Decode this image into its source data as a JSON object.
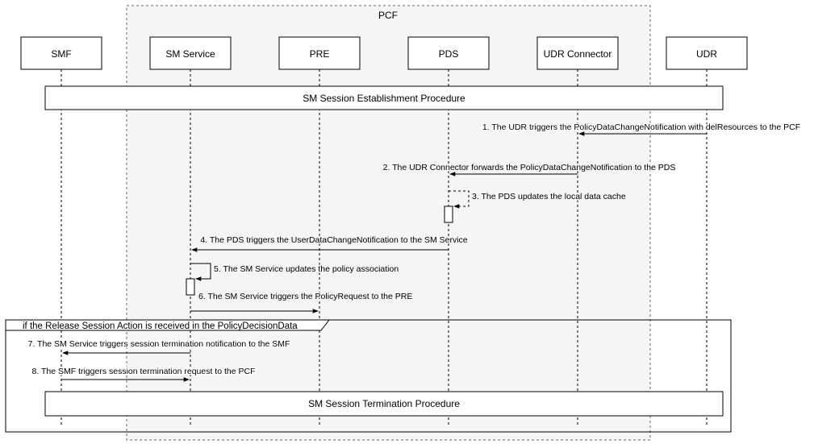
{
  "pcf_group_label": "PCF",
  "participants": [
    {
      "id": "smf",
      "label": "SMF"
    },
    {
      "id": "sm-service",
      "label": "SM Service"
    },
    {
      "id": "pre",
      "label": "PRE"
    },
    {
      "id": "pds",
      "label": "PDS"
    },
    {
      "id": "udr-connector",
      "label": "UDR Connector"
    },
    {
      "id": "udr",
      "label": "UDR"
    }
  ],
  "procedures": {
    "establishment": "SM Session Establishment Procedure",
    "termination": "SM Session Termination Procedure"
  },
  "condition_label": "if the Release Session Action is received in the PolicyDecisionData",
  "messages": [
    {
      "label": "1. The UDR triggers the PolicyDataChangeNotification with delResources to the PCF",
      "from": "udr",
      "to": "udr-connector"
    },
    {
      "label": "2. The UDR Connector forwards the PolicyDataChangeNotification to the PDS",
      "from": "udr-connector",
      "to": "pds"
    },
    {
      "label": "3. The PDS updates the local data cache",
      "from": "pds",
      "to": "pds"
    },
    {
      "label": "4. The PDS triggers the UserDataChangeNotification to the SM Service",
      "from": "pds",
      "to": "sm-service"
    },
    {
      "label": "5. The SM Service updates the policy association",
      "from": "sm-service",
      "to": "sm-service"
    },
    {
      "label": "6. The SM Service triggers the PolicyRequest to the PRE",
      "from": "sm-service",
      "to": "pre"
    },
    {
      "label": "7. The SM Service triggers session termination notification to the SMF",
      "from": "sm-service",
      "to": "smf"
    },
    {
      "label": "8. The SMF triggers session termination request to the PCF",
      "from": "smf",
      "to": "sm-service"
    }
  ]
}
